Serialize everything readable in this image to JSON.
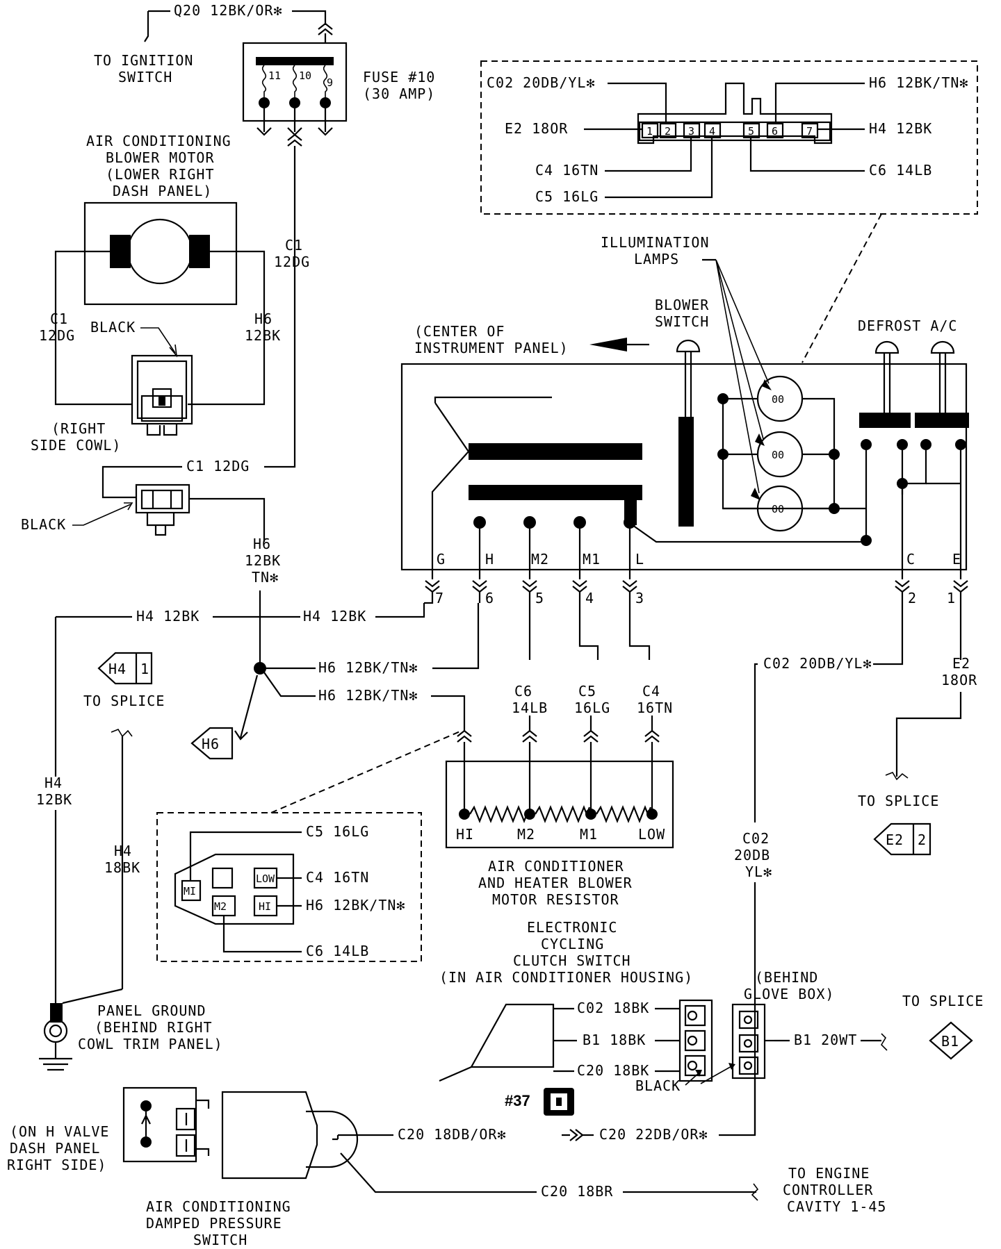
{
  "top": {
    "q20_wire": "Q20 12BK/OR✻",
    "ignition_1": "TO IGNITION",
    "ignition_2": "SWITCH",
    "fuse_1": "FUSE #10",
    "fuse_2": "(30 AMP)",
    "fuse_pins": [
      "11",
      "10",
      "9"
    ]
  },
  "blower_motor": {
    "l1": "AIR CONDITIONING",
    "l2": "BLOWER MOTOR",
    "l3": "(LOWER RIGHT",
    "l4": "DASH PANEL)",
    "c1_a": "C1",
    "c1_b": "12DG",
    "h6_a": "H6",
    "h6_b": "12BK",
    "black": "BLACK",
    "cowl_1": "(RIGHT",
    "cowl_2": "SIDE COWL)"
  },
  "left_wires": {
    "c1_vert_a": "C1",
    "c1_vert_b": "12DG",
    "c1_horiz": "C1 12DG",
    "black2": "BLACK",
    "h6_1": "H6",
    "h6_2": "12BK",
    "h6_3": "TN✻",
    "h4_left": "H4 12BK",
    "h4_mid": "H4 12BK",
    "h6_tn1": "H6 12BK/TN✻",
    "h6_tn2": "H6 12BK/TN✻",
    "splice_h4_a": "H4",
    "splice_h4_b": "1",
    "to_splice": "TO SPLICE",
    "splice_h6": "H6",
    "h4_12bk_a": "H4",
    "h4_12bk_b": "12BK",
    "h4_18bk_a": "H4",
    "h4_18bk_b": "18BK",
    "ground_1": "PANEL GROUND",
    "ground_2": "(BEHIND RIGHT",
    "ground_3": "COWL TRIM PANEL)"
  },
  "connector_box": {
    "c02": "C02 20DB/YL✻",
    "e2": "E2 18OR",
    "c4": "C4 16TN",
    "c5": "C5 16LG",
    "h6": "H6 12BK/TN✻",
    "h4": "H4 12BK",
    "c6": "C6 14LB",
    "pins": [
      "1",
      "2",
      "3",
      "4",
      "5",
      "6",
      "7"
    ]
  },
  "panel": {
    "illum_1": "ILLUMINATION",
    "illum_2": "LAMPS",
    "blower_1": "BLOWER",
    "blower_2": "SWITCH",
    "center_1": "(CENTER OF",
    "center_2": "INSTRUMENT PANEL)",
    "defrost": "DEFROST A/C",
    "lamp_label": "00",
    "terminals": [
      "G",
      "H",
      "M2",
      "M1",
      "L",
      "C",
      "E"
    ],
    "pins": [
      "7",
      "6",
      "5",
      "4",
      "3",
      "2",
      "1"
    ]
  },
  "resistor": {
    "c6_a": "C6",
    "c6_b": "14LB",
    "c5_a": "C5",
    "c5_b": "16LG",
    "c4_a": "C4",
    "c4_b": "16TN",
    "terms": [
      "HI",
      "M2",
      "M1",
      "LOW"
    ],
    "l1": "AIR CONDITIONER",
    "l2": "AND HEATER BLOWER",
    "l3": "MOTOR RESISTOR"
  },
  "resistor_inset": {
    "c5": "C5 16LG",
    "c4": "C4 16TN",
    "h6": "H6 12BK/TN✻",
    "c6": "C6 14LB",
    "pins": [
      "MI",
      "LOW",
      "M2",
      "HI"
    ]
  },
  "right_wires": {
    "c02_horiz": "C02 20DB/YL✻",
    "e2_a": "E2",
    "e2_b": "18OR",
    "to_splice_e2": "TO SPLICE",
    "splice_e2_a": "E2",
    "splice_e2_b": "2",
    "c02_a": "C02",
    "c02_b": "20DB",
    "c02_c": "YL✻"
  },
  "clutch": {
    "l1": "ELECTRONIC",
    "l2": "CYCLING",
    "l3": "CLUTCH SWITCH",
    "l4": "(IN AIR CONDITIONER HOUSING)",
    "w1": "C02 18BK",
    "w2": "B1 18BK",
    "w3": "C20 18BK",
    "black": "BLACK",
    "glove_1": "(BEHIND",
    "glove_2": "GLOVE BOX)",
    "b1": "B1 20WT",
    "to_splice": "TO SPLICE",
    "splice_b1": "B1"
  },
  "bottom": {
    "conn37": "#37",
    "c20_a": "C20 18DB/OR✻",
    "c20_b": "C20 22DB/OR✻",
    "c20_br": "C20 18BR",
    "valve_1": "(ON H VALVE",
    "valve_2": "DASH PANEL",
    "valve_3": "RIGHT SIDE)",
    "ecu_1": "TO ENGINE",
    "ecu_2": "CONTROLLER",
    "ecu_3": "CAVITY 1-45",
    "damped_1": "AIR CONDITIONING",
    "damped_2": "DAMPED PRESSURE",
    "damped_3": "SWITCH"
  }
}
